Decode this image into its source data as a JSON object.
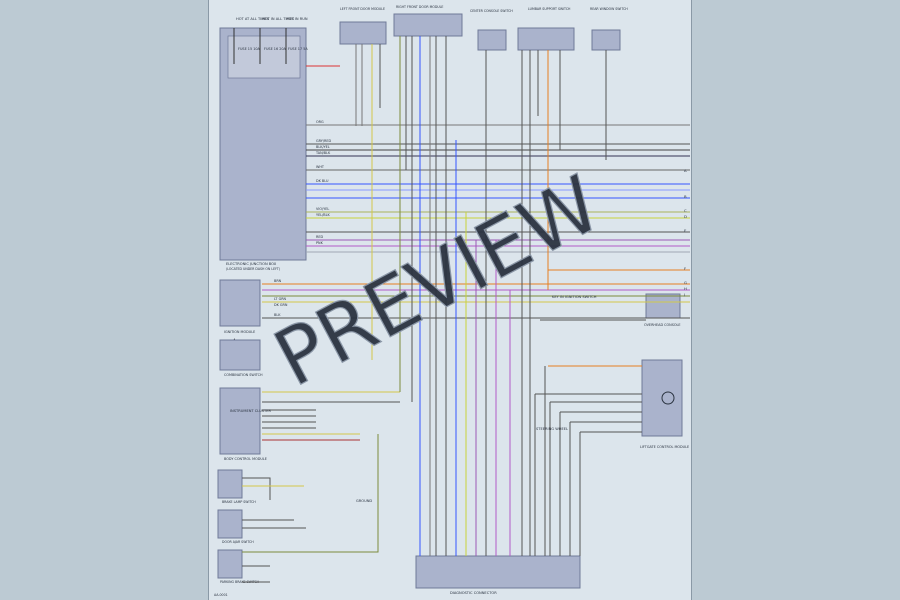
{
  "watermark": "PREVIEW",
  "page_id": "AA-0001",
  "fuses": [
    {
      "title": "HOT AT ALL TIMES",
      "fuse": "FUSE 15 10A"
    },
    {
      "title": "HOT IN ALL TIMES",
      "fuse": "FUSE 16 20A"
    },
    {
      "title": "HOT IN RUN",
      "fuse": "FUSE 17 5A"
    }
  ],
  "blocks": {
    "fuse_box_label": "ELECTRONIC JUNCTION BOX",
    "fuse_box_sub": "(LOCATED UNDER DASH ON LEFT)",
    "ignition_module": "IGNITION MODULE",
    "instrument_cluster": "INSTRUMENT CLUSTER",
    "body_control_module": "BODY CONTROL MODULE",
    "combination_switch": "COMBINATION SWITCH",
    "brake_switch": "BRAKE LAMP SWITCH",
    "door_switch": "DOOR AJAR SWITCH",
    "parking_brake": "PARKING BRAKE SWITCH",
    "ground": "GROUND",
    "key_left_control": "KEY IN IGNITION SWITCH",
    "overhead_console": "OVERHEAD CONSOLE",
    "liftgate_module": "LIFTGATE CONTROL MODULE",
    "steering_wheel": "STEERING WHEEL",
    "bottom_panel": "DIAGNOSTIC CONNECTOR"
  },
  "wire_labels": [
    "ORG",
    "GRY/RED",
    "BLK/YEL",
    "DK BLU",
    "WHT",
    "TAN/BLK",
    "VIO/YEL",
    "RED",
    "PNK",
    "YEL/BLK",
    "LT GRN",
    "DK GRN",
    "BRN",
    "BLK"
  ],
  "right_ends": [
    "A",
    "B",
    "C",
    "D",
    "E",
    "F",
    "G",
    "H",
    "J"
  ],
  "top_modules": [
    "LEFT FRONT DOOR MODULE",
    "RIGHT FRONT DOOR MODULE",
    "CENTER CONSOLE SWITCH",
    "LUMBAR SUPPORT SWITCH",
    "REAR WINDOW SWITCH"
  ]
}
